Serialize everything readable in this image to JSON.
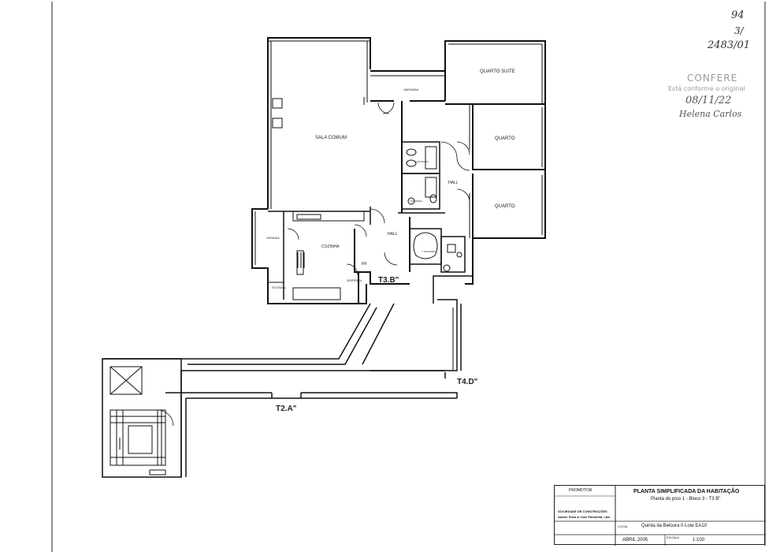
{
  "rooms": {
    "sala_comum": "SALA COMUM",
    "varanda_top": "VARANDA",
    "quarto_suite": "QUARTO SUITE",
    "quarto_1": "QUARTO",
    "quarto_2": "QUARTO",
    "hall_right": "HALL",
    "hall_center": "HALL",
    "cozinha": "COZINHA",
    "varanda_left": "VARANDA",
    "estendal": "ESTENDAL",
    "despensa": "DESPENSA",
    "fr": "FR",
    "instalacao_sanitaria_1": "I. SANITARIA",
    "instalacao_sanitaria_2": "I. SANITARIA",
    "instalacao_sanitaria_3": "I. SANITARIA"
  },
  "unit_labels": {
    "t3b": "T3.B\"",
    "t4d": "T4.D\"",
    "t2a": "T2.A\""
  },
  "handwriting": {
    "line1": "94",
    "line2": "3/",
    "line3": "2483/01"
  },
  "stamp": {
    "title": "CONFERE",
    "subtitle": "Está conforme o original",
    "date": "08/11/22",
    "signature": "Helena Carlos"
  },
  "title_block": {
    "promotor_label": "PROMOTOR",
    "company_label": "SOCIEDADE DE CONSTRUÇÕES",
    "company_name": "Sarber Silva & José Palminha, Lda.",
    "title": "PLANTA SIMPLIFICADA DA HABITAÇÃO",
    "subtitle": "Planta do piso 1 - Bloco 3 - T3 B\"",
    "local_label": "LOCAL",
    "local_value": "Quinta da Beloura II Lote EA10",
    "date": "ABRIL 2005",
    "escala_label": "ESCALA",
    "escala_value": "1:100"
  }
}
